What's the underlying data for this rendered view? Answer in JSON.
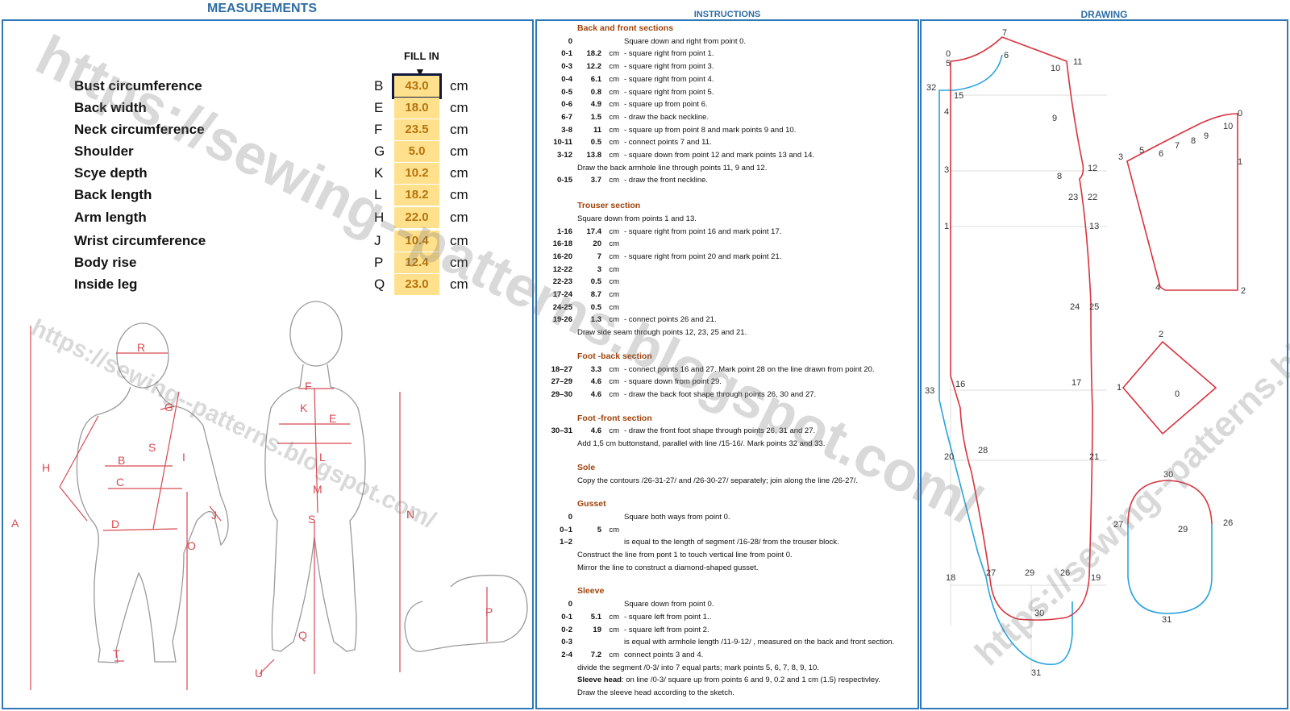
{
  "titles": {
    "measurements": "MEASUREMENTS",
    "instructions": "INSTRUCTIONS",
    "drawing": "DRAWING"
  },
  "fill_in": "FILL IN",
  "measurements": [
    {
      "label": "Bust circumference",
      "code": "B",
      "value": "43.0",
      "unit": "cm"
    },
    {
      "label": "Back width",
      "code": "E",
      "value": "18.0",
      "unit": "cm"
    },
    {
      "label": "Neck circumference",
      "code": "F",
      "value": "23.5",
      "unit": "cm"
    },
    {
      "label": "Shoulder",
      "code": "G",
      "value": "5.0",
      "unit": "cm"
    },
    {
      "label": "Scye depth",
      "code": "K",
      "value": "10.2",
      "unit": "cm"
    },
    {
      "label": "Back length",
      "code": "L",
      "value": "18.2",
      "unit": "cm"
    },
    {
      "label": "Arm length",
      "code": "H",
      "value": "22.0",
      "unit": "cm"
    },
    {
      "label": "Wrist circumference",
      "code": "J",
      "value": "10.4",
      "unit": "cm"
    },
    {
      "label": "Body rise",
      "code": "P",
      "value": "12.4",
      "unit": "cm"
    },
    {
      "label": "Inside leg",
      "code": "Q",
      "value": "23.0",
      "unit": "cm"
    }
  ],
  "figure_letters": [
    "R",
    "G",
    "H",
    "B",
    "S",
    "I",
    "C",
    "A",
    "D",
    "J",
    "O",
    "T",
    "F",
    "K",
    "E",
    "L",
    "M",
    "S",
    "N",
    "Q",
    "U",
    "P"
  ],
  "watermark": "https://sewing--patterns.blogspot.com/",
  "instructions": {
    "back_front": {
      "title": "Back and front sections",
      "steps": [
        {
          "pt": "0",
          "len": "",
          "unit": "",
          "text": "Square down and right from point 0."
        },
        {
          "pt": "0-1",
          "len": "18.2",
          "unit": "cm",
          "text": "- square right from point 1."
        },
        {
          "pt": "0-3",
          "len": "12.2",
          "unit": "cm",
          "text": "- square right from point 3."
        },
        {
          "pt": "0-4",
          "len": "6.1",
          "unit": "cm",
          "text": "- square right from point 4."
        },
        {
          "pt": "0-5",
          "len": "0.8",
          "unit": "cm",
          "text": "- square right from point 5."
        },
        {
          "pt": "0-6",
          "len": "4.9",
          "unit": "cm",
          "text": "- square up from point 6."
        },
        {
          "pt": "6-7",
          "len": "1.5",
          "unit": "cm",
          "text": "- draw the back neckline."
        },
        {
          "pt": "3-8",
          "len": "11",
          "unit": "cm",
          "text": "- square up from point 8 and mark points 9 and 10."
        },
        {
          "pt": "10-11",
          "len": "0.5",
          "unit": "cm",
          "text": "- connect points 7 and 11."
        },
        {
          "pt": "3-12",
          "len": "13.8",
          "unit": "cm",
          "text": "- square down from point 12 and mark points 13 and 14."
        },
        {
          "pt": "",
          "len": "",
          "unit": "",
          "text": "Draw the back armhole line through points 11, 9 and 12."
        },
        {
          "pt": "0-15",
          "len": "3.7",
          "unit": "cm",
          "text": "- draw the front neckline."
        }
      ]
    },
    "trouser": {
      "title": "Trouser section",
      "intro": "Square down from points 1 and 13.",
      "steps": [
        {
          "pt": "1-16",
          "len": "17.4",
          "unit": "cm",
          "text": "- square right from point 16 and mark point 17."
        },
        {
          "pt": "16-18",
          "len": "20",
          "unit": "cm",
          "text": ""
        },
        {
          "pt": "16-20",
          "len": "7",
          "unit": "cm",
          "text": "- square right from point 20 and mark point 21."
        },
        {
          "pt": "12-22",
          "len": "3",
          "unit": "cm",
          "text": ""
        },
        {
          "pt": "22-23",
          "len": "0.5",
          "unit": "cm",
          "text": ""
        },
        {
          "pt": "17-24",
          "len": "8.7",
          "unit": "cm",
          "text": ""
        },
        {
          "pt": "24-25",
          "len": "0.5",
          "unit": "cm",
          "text": ""
        },
        {
          "pt": "19-26",
          "len": "1.3",
          "unit": "cm",
          "text": "- connect points 26 and 21."
        }
      ],
      "outro": "Draw side seam through points 12, 23, 25 and 21."
    },
    "foot_back": {
      "title": "Foot -back section",
      "steps": [
        {
          "pt": "18–27",
          "len": "3.3",
          "unit": "cm",
          "text": "- connect points 16 and 27. Mark point 28 on the line drawn from point 20."
        },
        {
          "pt": "27–29",
          "len": "4.6",
          "unit": "cm",
          "text": "- square down from point 29."
        },
        {
          "pt": "29–30",
          "len": "4.6",
          "unit": "cm",
          "text": "- draw the back foot shape through points 26, 30 and 27."
        }
      ]
    },
    "foot_front": {
      "title": "Foot -front section",
      "steps": [
        {
          "pt": "30–31",
          "len": "4.6",
          "unit": "cm",
          "text": "- draw the front foot shape through points 26, 31 and 27."
        }
      ],
      "outro": "Add 1,5 cm buttonstand, parallel with line /15-16/. Mark points 32 and 33."
    },
    "sole": {
      "title": "Sole",
      "text": "Copy the contours /26-31-27/ and /26-30-27/ separately; join along the line /26-27/."
    },
    "gusset": {
      "title": "Gusset",
      "steps": [
        {
          "pt": "0",
          "len": "",
          "unit": "",
          "text": "Square both ways from point 0."
        },
        {
          "pt": "0–1",
          "len": "5",
          "unit": "cm",
          "text": ""
        },
        {
          "pt": "1–2",
          "len": "",
          "unit": "",
          "text": "is equal to the length of segment /16-28/ from the trouser block."
        }
      ],
      "lines": [
        "Construct the line from pont 1 to touch vertical line from point 0.",
        "Mirror the line to construct a diamond-shaped gusset."
      ]
    },
    "sleeve": {
      "title": "Sleeve",
      "steps": [
        {
          "pt": "0",
          "len": "",
          "unit": "",
          "text": "Square down from point 0."
        },
        {
          "pt": "0-1",
          "len": "5.1",
          "unit": "cm",
          "text": "- square left from point 1.."
        },
        {
          "pt": "0-2",
          "len": "19",
          "unit": "cm",
          "text": "- square left from point 2."
        },
        {
          "pt": "0-3",
          "len": "",
          "unit": "",
          "text": "is equal with armhole length /11-9-12/ , measured on the back and front section."
        },
        {
          "pt": "2-4",
          "len": "7.2",
          "unit": "cm",
          "text": "connect points 3 and 4."
        }
      ],
      "lines": [
        "divide the segment /0-3/ into 7 equal parts; mark points 5, 6, 7, 8, 9, 10."
      ],
      "head_bold": "Sleeve head",
      "head_text": ": on line /0-3/ square up from points 6 and 9, 0.2 and 1 cm (1.5) respectivley.",
      "last": "Draw the sleeve head according to the sketch."
    }
  },
  "drawing_labels": {
    "body": [
      "0",
      "5",
      "7",
      "6",
      "11",
      "10",
      "32",
      "15",
      "4",
      "9",
      "3",
      "8",
      "12",
      "23",
      "22",
      "1",
      "13",
      "24",
      "25",
      "33",
      "16",
      "17",
      "20",
      "28",
      "21",
      "18",
      "27",
      "29",
      "26",
      "19",
      "30",
      "31"
    ],
    "sleeve": [
      "0",
      "10",
      "9",
      "8",
      "7",
      "6",
      "5",
      "3",
      "1",
      "4",
      "2"
    ],
    "gusset": [
      "2",
      "1",
      "0"
    ],
    "sole": [
      "30",
      "27",
      "29",
      "26",
      "31"
    ]
  },
  "colors": {
    "accent": "#2e6da4",
    "outline_red": "#d9333f",
    "outline_blue": "#29a3dd",
    "fill_yellow": "#ffe08c",
    "section_title": "#a0430b"
  }
}
